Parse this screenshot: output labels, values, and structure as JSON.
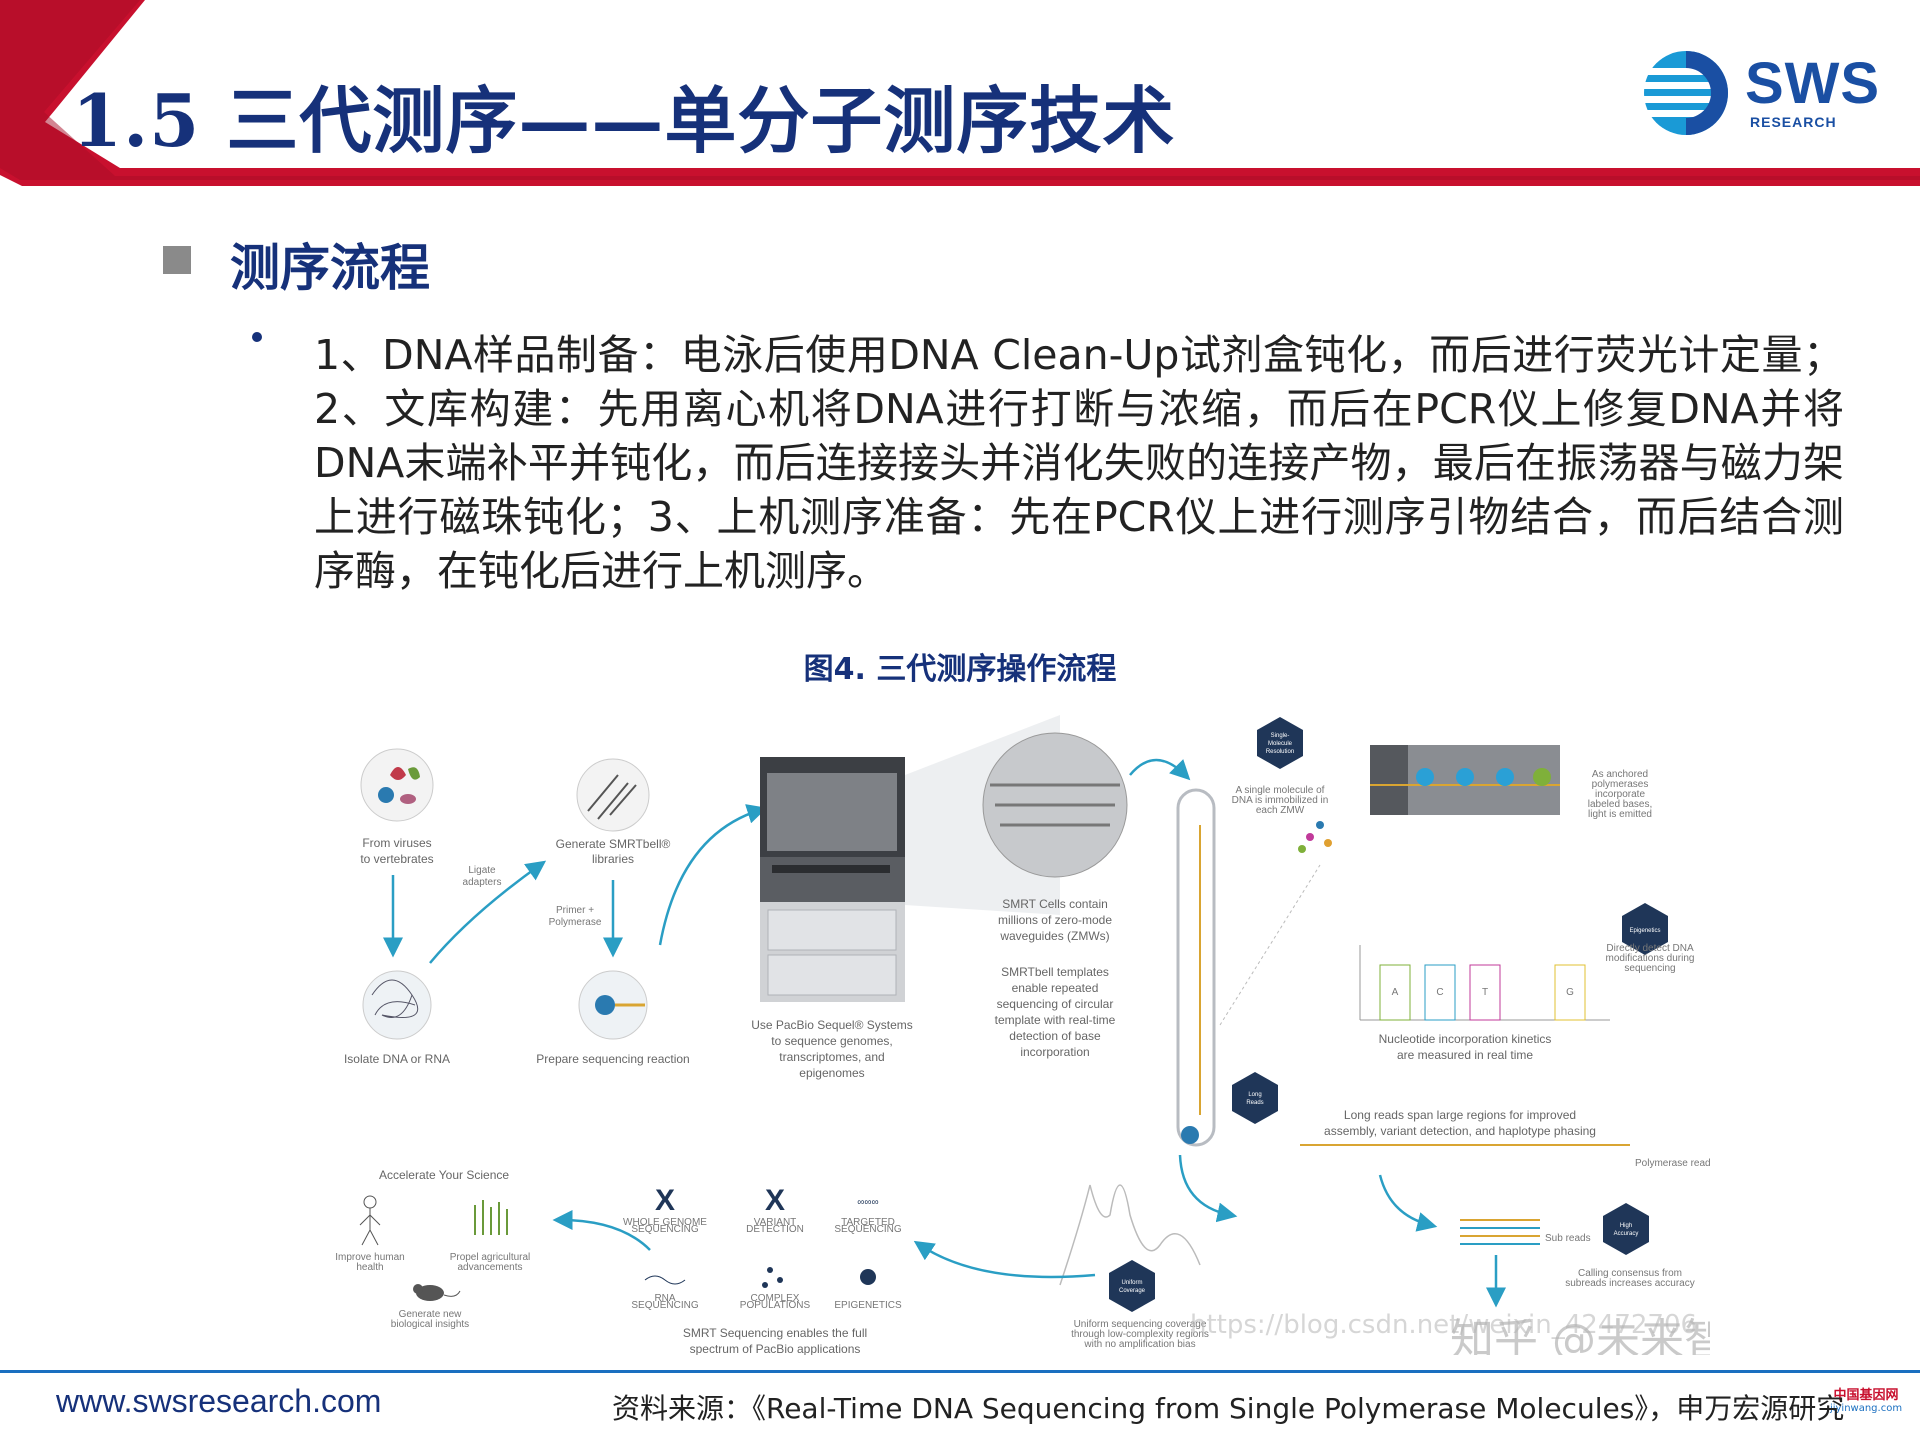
{
  "slide": {
    "title": "1.5 三代测序——单分子测序技术",
    "logo": {
      "main": "SWS",
      "sub": "RESEARCH"
    },
    "section_title": "测序流程",
    "body_text": "1、DNA样品制备：电泳后使用DNA Clean-Up试剂盒钝化，而后进行荧光计定量；2、文库构建：先用离心机将DNA进行打断与浓缩，而后在PCR仪上修复DNA并将DNA末端补平并钝化，而后连接接头并消化失败的连接产物，最后在振荡器与磁力架上进行磁珠钝化；3、上机测序准备：先在PCR仪上进行测序引物结合，而后结合测序酶，在钝化后进行上机测序。",
    "figure_caption": "图4. 三代测序操作流程"
  },
  "figure": {
    "viruses_label": [
      "From viruses",
      "to vertebrates"
    ],
    "isolate_label": "Isolate DNA or RNA",
    "generate_label": [
      "Generate SMRTbell®",
      "libraries"
    ],
    "ligate_label": [
      "Ligate",
      "adapters"
    ],
    "primer_label": [
      "Primer +",
      "Polymerase"
    ],
    "prepare_label": "Prepare sequencing reaction",
    "sequel_label": [
      "Use PacBio Sequel® Systems",
      "to sequence genomes,",
      "transcriptomes, and",
      "epigenomes"
    ],
    "smrt_cells_label": [
      "SMRT Cells contain",
      "millions of zero-mode",
      "waveguides (ZMWs)"
    ],
    "templates_label": [
      "SMRTbell templates",
      "enable repeated",
      "sequencing of circular",
      "template with real-time",
      "detection of base",
      "incorporation"
    ],
    "single_molecule_badge": [
      "Single-",
      "Molecule",
      "Resolution"
    ],
    "immobilized_label": [
      "A single molecule of",
      "DNA is immobilized in",
      "each ZMW"
    ],
    "anchored_label": [
      "As anchored",
      "polymerases",
      "incorporate",
      "labeled bases,",
      "light is emitted"
    ],
    "epigenetics_badge": "Epigenetics",
    "detect_label": [
      "Directly detect DNA",
      "modifications during",
      "sequencing"
    ],
    "bases": [
      "A",
      "C",
      "T",
      "G"
    ],
    "kinetics_label": [
      "Nucleotide incorporation kinetics",
      "are measured in real time"
    ],
    "long_reads_badge": [
      "Long",
      "Reads"
    ],
    "long_reads_label": [
      "Long reads span large regions for improved",
      "assembly, variant detection, and haplotype phasing"
    ],
    "polymerase_read_label": "Polymerase read",
    "subreads_label": "Sub reads",
    "high_accuracy_badge": [
      "High",
      "Accuracy"
    ],
    "consensus_label": [
      "Calling consensus from",
      "subreads increases accuracy"
    ],
    "uniform_badge": [
      "Uniform",
      "Coverage"
    ],
    "uniform_label": [
      "Uniform sequencing coverage",
      "through low-complexity regions",
      "with no amplification bias"
    ],
    "accelerate_label": "Accelerate Your Science",
    "health_label": [
      "Improve human",
      "health"
    ],
    "agri_label": [
      "Propel agricultural",
      "advancements"
    ],
    "insights_label": [
      "Generate new",
      "biological insights"
    ],
    "apps": [
      [
        "WHOLE GENOME",
        "SEQUENCING"
      ],
      [
        "VARIANT",
        "DETECTION"
      ],
      [
        "TARGETED",
        "SEQUENCING"
      ],
      [
        "RNA",
        "SEQUENCING"
      ],
      [
        "COMPLEX",
        "POPULATIONS"
      ],
      [
        "EPIGENETICS"
      ]
    ],
    "smrt_apps_label": [
      "SMRT Sequencing enables the full",
      "spectrum of PacBio applications"
    ],
    "watermark_url": "https://blog.csdn.net/weixin_42472706",
    "watermark_zhihu": "知乎 @未来智库",
    "watermark_corner": [
      "中国基因网",
      "jiyinwang.com"
    ]
  },
  "footer": {
    "url": "www.swsresearch.com",
    "source": "资料来源：《Real-Time DNA Sequencing from Single Polymerase Molecules》，申万宏源研究"
  },
  "colors": {
    "navy": "#16317a",
    "red": "#c8102e",
    "teal": "#2a9ec4",
    "badge": "#1f3658"
  }
}
